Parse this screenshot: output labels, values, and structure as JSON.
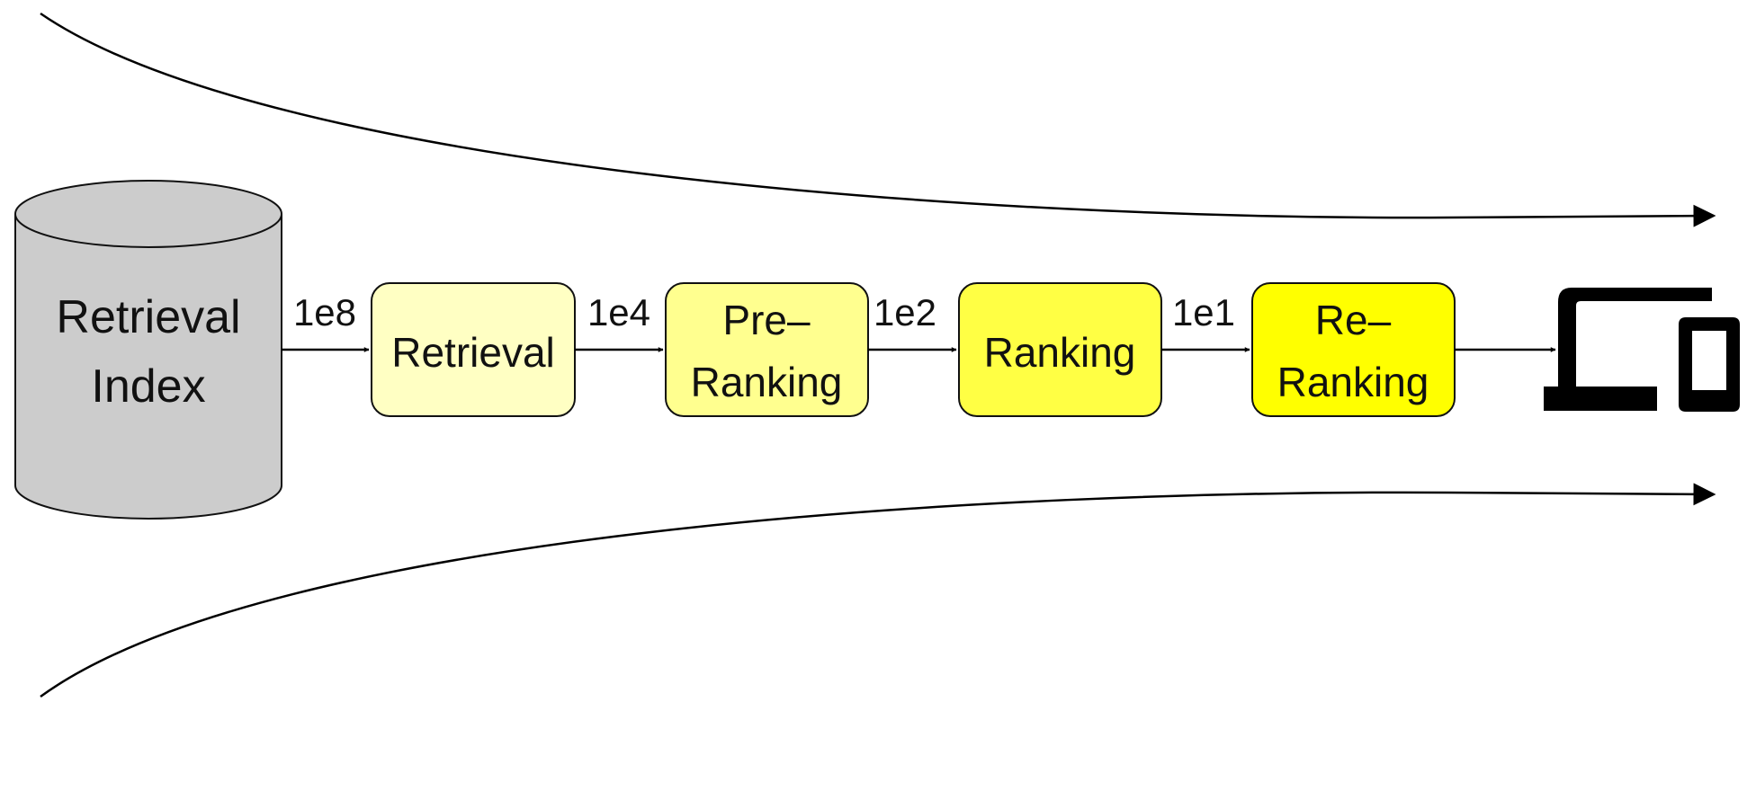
{
  "database": {
    "lines": [
      "Retrieval",
      "Index"
    ],
    "fill": "#cccccc"
  },
  "stages": [
    {
      "lines": [
        "Retrieval"
      ],
      "fill": "#ffffc3"
    },
    {
      "lines": [
        "Pre–",
        "Ranking"
      ],
      "fill": "#ffff8f"
    },
    {
      "lines": [
        "Ranking"
      ],
      "fill": "#ffff44"
    },
    {
      "lines": [
        "Re–",
        "Ranking"
      ],
      "fill": "#ffff00"
    }
  ],
  "flow_counts": [
    "1e8",
    "1e4",
    "1e2",
    "1e1"
  ],
  "end_icon": "devices-icon"
}
